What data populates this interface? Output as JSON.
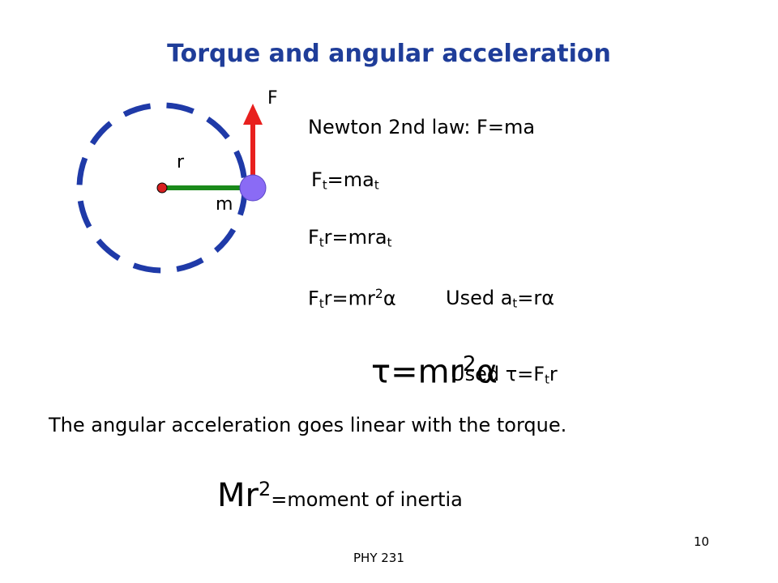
{
  "title": "Torque and angular acceleration",
  "diagram": {
    "force_label": "F",
    "radius_label": "r",
    "mass_label": "m",
    "colors": {
      "circle": "#1f3aa8",
      "radius": "#1a8a1a",
      "force": "#e8201e",
      "mass": "#8a6bf5",
      "center": "#d82020"
    }
  },
  "equations": {
    "newton": "Newton 2nd law: F=ma",
    "eq1": {
      "a": "F",
      "a_sub": "t",
      "b": "=ma",
      "b_sub": "t"
    },
    "eq2": {
      "a": "F",
      "a_sub": "t",
      "b": "r=mra",
      "b_sub": "t"
    },
    "eq3": {
      "a": "F",
      "a_sub": "t",
      "b": "r=mr",
      "b_sup": "2",
      "c": "α"
    },
    "eq3_note": {
      "a": "Used  a",
      "a_sub": "t",
      "b": "=rα"
    },
    "torque": {
      "a": "τ=mr",
      "a_sup": "2",
      "b": "α"
    },
    "torque_note": {
      "a": "Used τ=F",
      "a_sub": "t",
      "b": "r"
    }
  },
  "conclusion": "The angular acceleration goes linear with the torque.",
  "moment": {
    "a": "Mr",
    "a_sup": "2",
    "b": "=moment of inertia"
  },
  "footer": {
    "course": "PHY 231",
    "page": "10"
  }
}
